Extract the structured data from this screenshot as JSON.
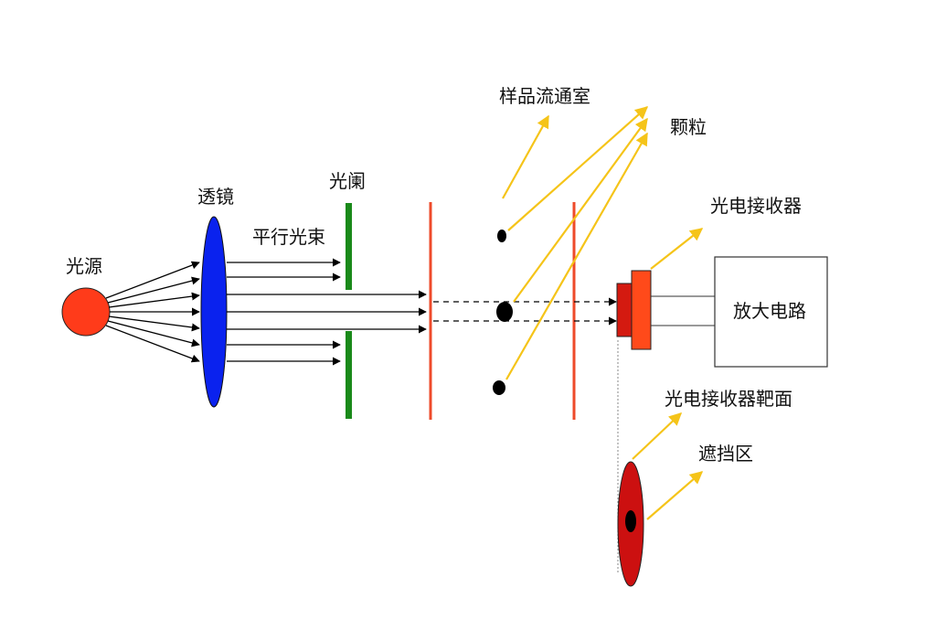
{
  "labels": {
    "light_source": "光源",
    "lens": "透镜",
    "aperture": "光阑",
    "parallel_beam": "平行光束",
    "sample_chamber": "样品流通室",
    "particles": "颗粒",
    "photoreceiver": "光电接收器",
    "amplifier": "放大电路",
    "receiver_target": "光电接收器靶面",
    "shadow_zone": "遮挡区"
  },
  "colors": {
    "light_source": "#ff3b1a",
    "lens": "#0a22ee",
    "aperture": "#1a8a1a",
    "chamber_wall": "#ee4a2a",
    "receiver_dark": "#d41a10",
    "receiver_light": "#ff4a1a",
    "target": "#cc1010",
    "pointer": "#f5c419",
    "ray": "#000000"
  }
}
